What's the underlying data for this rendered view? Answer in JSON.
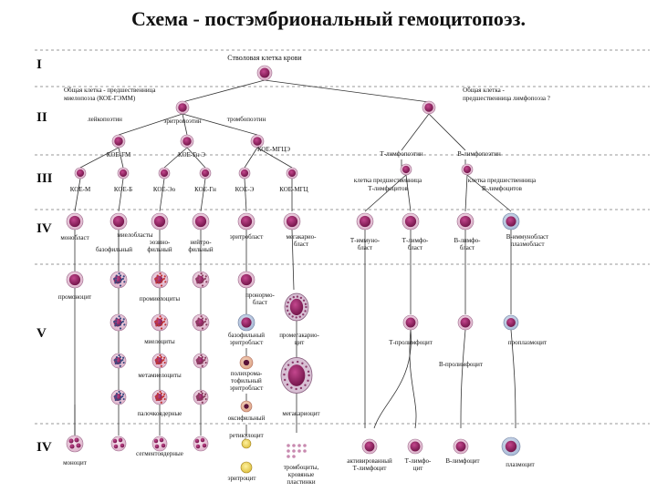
{
  "title": "Схема - постэмбриональный гемоцитопоэз.",
  "classes": [
    "I",
    "II",
    "III",
    "IV",
    "V",
    "IV"
  ],
  "labels": {
    "stem": "Стволовая клетка крови",
    "myelo_prog_1": "Общая клетка - предшественница",
    "myelo_prog_2": "миелопоэза (КОЕ-ГЭММ)",
    "lympho_prog_1": "Общая клетка -",
    "lympho_prog_2": "предшественница лимфопоэза ?",
    "leukopoietin": "лейкопоэтин",
    "erythropoietin": "эритропоэтин",
    "thrombopoietin": "тромбопоэтин",
    "t_lymphopoietin": "Т-лимфопоэтин",
    "b_lymphopoietin": "В-лимфопоэтин",
    "koe_gm": "КОЕ-ГМ",
    "koe_gne": "КОЕ-Гн Э",
    "koe_mgce": "КОЕ-МГЦЭ",
    "koe_m": "КОЕ-М",
    "koe_b": "КОЕ-Б",
    "koe_eo": "КОЕ-Эо",
    "koe_gn": "КОЕ-Гн",
    "koe_e": "КОЕ-Э",
    "koe_mgc": "КОЕ-МГЦ",
    "t_prec_1": "клетка предшественница",
    "t_prec_2": "Т-лимфоцитов",
    "b_prec_1": "клетка предшественница",
    "b_prec_2": "В-лимфоцитов",
    "monoblast": "монобласт",
    "myeloblasts": "миелобласты",
    "basophilic": "базофильный",
    "eosinophilic": "эозино-",
    "eosinophilic_2": "фильный",
    "neutrophilic": "нейтро-",
    "neutrophilic_2": "фильный",
    "erythroblast": "эритробласт",
    "megakaryoblast_1": "мегакарио-",
    "megakaryoblast_2": "бласт",
    "t_immunoblast_1": "Т-иммуно-",
    "t_immunoblast_2": "бласт",
    "t_lymphoblast_1": "Т-лимфо-",
    "t_lymphoblast_2": "бласт",
    "b_lymphoblast_1": "В-лимфо-",
    "b_lymphoblast_2": "бласт",
    "b_immunoblast_1": "В-иммунобласт",
    "b_immunoblast_2": "плазмобласт",
    "promonocyte": "промоноцит",
    "promyelocytes": "промиелоциты",
    "proerythroblast_1": "пронормо-",
    "proerythroblast_2": "бласт",
    "myelocytes": "миелоциты",
    "basophilic_erythroblast_1": "базофильный",
    "basophilic_erythroblast_2": "эритробласт",
    "promegakaryocyte_1": "промегакарио-",
    "promegakaryocyte_2": "цит",
    "t_prolymphocyte": "Т-пролимфоцит",
    "proplasmocyte": "проплазмоцит",
    "b_prolymphocyte": "В-пролимфоцит",
    "metamyelocytes": "метамиелоциты",
    "polychromatophilic_1": "полихрома-",
    "polychromatophilic_2": "тофильный",
    "polychromatophilic_3": "эритробласт",
    "band": "палочкоядерные",
    "oxyphilic_1": "оксифильный",
    "oxyphilic_2": "эритробласт",
    "megakaryocyte": "мегакариоцит",
    "reticulocyte": "ретикулоцит",
    "monocyte": "моноцит",
    "segmented": "сегментоядерные",
    "erythrocyte": "эритроцит",
    "platelets_1": "тромбоциты,",
    "platelets_2": "кровяные",
    "platelets_3": "пластинки",
    "activated_1": "активированный",
    "activated_2": "Т-лимфоцит",
    "t_lymphocyte_1": "Т-лимфо-",
    "t_lymphocyte_2": "цит",
    "b_lymphocyte": "В-лимфоцит",
    "plasmocyte": "плазмоцит"
  },
  "colors": {
    "nucleus_dark": "#8a1a5a",
    "nucleus_mid": "#b0307a",
    "cytoplasm": "#e8c8da",
    "cytoplasm_blue": "#b8c8e0",
    "erythrocyte": "#e8b8a0",
    "granule_red": "#c04040",
    "granule_blue": "#405080"
  }
}
